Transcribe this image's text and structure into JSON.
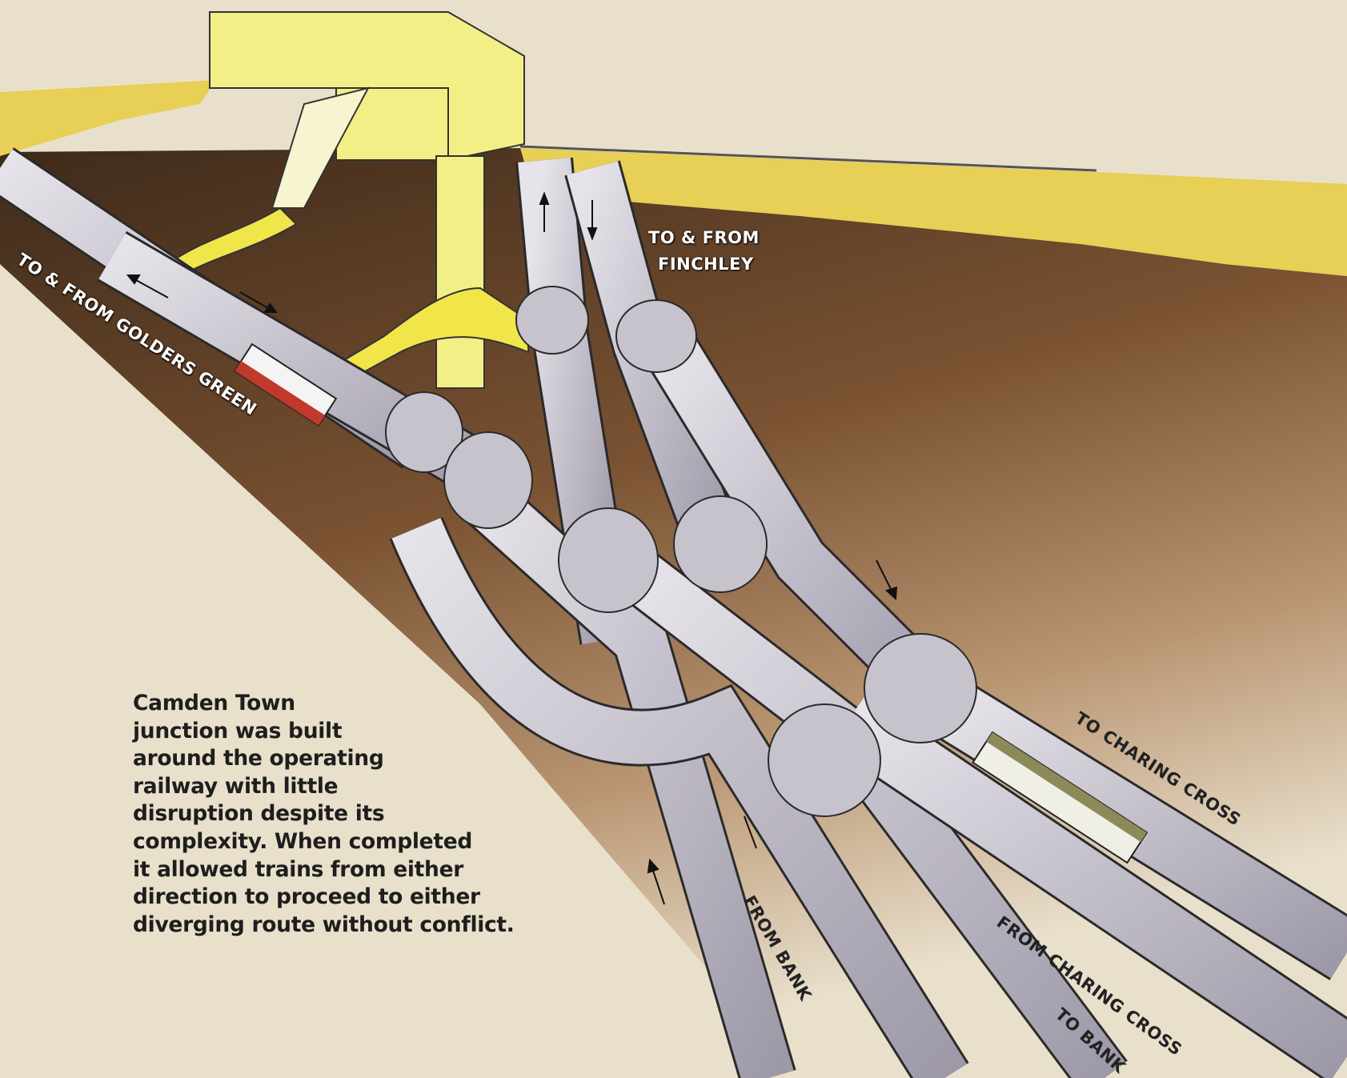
{
  "labels": {
    "golders_green": "TO & FROM GOLDERS GREEN",
    "finchley_line1": "TO & FROM",
    "finchley_line2": "FINCHLEY",
    "to_charing_cross": "TO CHARING CROSS",
    "from_bank": "FROM BANK",
    "from_charing_cross": "FROM CHARING CROSS",
    "to_bank": "TO BANK"
  },
  "caption": [
    "Camden Town",
    "junction was built",
    "around the operating",
    "railway with little",
    "disruption despite its",
    "complexity. When completed",
    "it allowed trains from either",
    "direction to proceed to either",
    "diverging route without conflict."
  ],
  "colors": {
    "paper": "#e9e0cc",
    "earth": "#6b4526",
    "surface": "#e8cf55",
    "building": "#f2ef86",
    "tunnel": "#bdb9c4",
    "tunnel_outline": "#2a2a2a"
  }
}
